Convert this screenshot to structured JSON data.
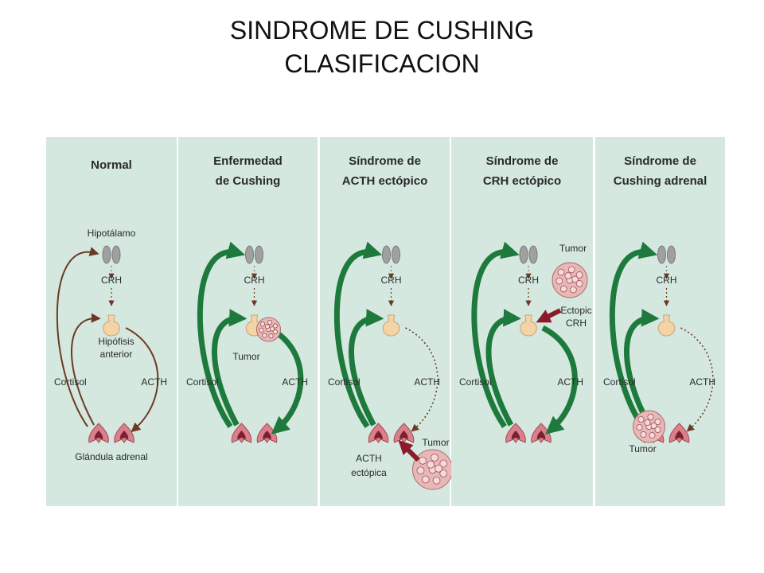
{
  "title_line1": "SINDROME DE CUSHING",
  "title_line2": "CLASIFICACION",
  "colors": {
    "panel_bg": "#d4e8df",
    "arrow_green": "#1e7a3c",
    "arrow_brown": "#6b3a22",
    "arrow_red": "#8b1a2a",
    "adrenal": "#d9808a",
    "tumor": "#e8b8b8"
  },
  "panels": [
    {
      "header": [
        "Normal"
      ],
      "labels": {
        "hypothalamus": "Hipotálamo",
        "crh": "CRH",
        "pituitary": [
          "Hipófisis",
          "anterior"
        ],
        "cortisol": "Cortisol",
        "acth": "ACTH",
        "adrenal": "Glándula adrenal"
      }
    },
    {
      "header": [
        "Enfermedad",
        "de Cushing"
      ],
      "labels": {
        "crh": "CRH",
        "tumor": "Tumor",
        "cortisol": "Cortisol",
        "acth": "ACTH"
      }
    },
    {
      "header": [
        "Síndrome de",
        "ACTH ectópico"
      ],
      "labels": {
        "crh": "CRH",
        "cortisol": "Cortisol",
        "acth": "ACTH",
        "tumor": "Tumor",
        "ectopic": [
          "ACTH",
          "ectópica"
        ]
      }
    },
    {
      "header": [
        "Síndrome de",
        "CRH ectópico"
      ],
      "labels": {
        "crh": "CRH",
        "tumor": "Tumor",
        "ectopic": [
          "Ectopic",
          "CRH"
        ],
        "cortisol": "Cortisol",
        "acth": "ACTH"
      }
    },
    {
      "header": [
        "Síndrome de",
        "Cushing adrenal"
      ],
      "labels": {
        "crh": "CRH",
        "cortisol": "Cortisol",
        "acth": "ACTH",
        "tumor": "Tumor"
      }
    }
  ]
}
